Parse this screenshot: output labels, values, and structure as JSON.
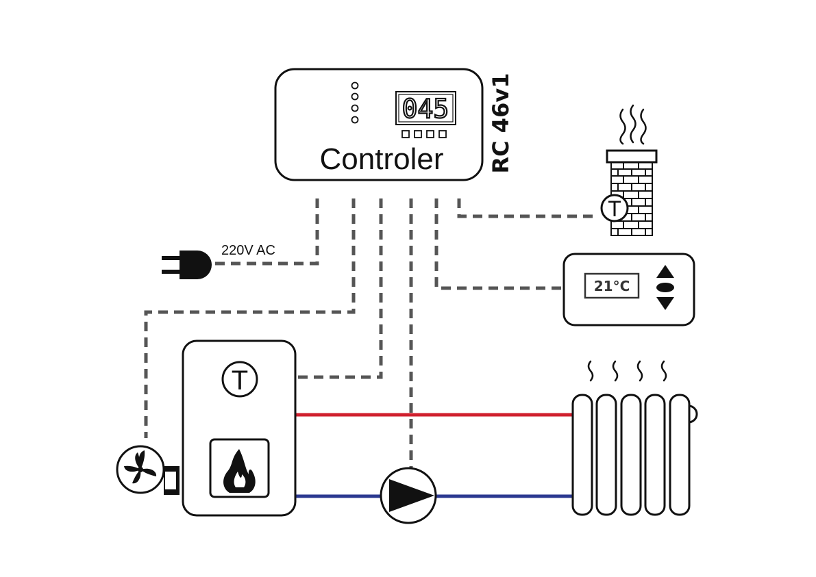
{
  "controller": {
    "label": "Controler",
    "model": "RC 46v1",
    "display_value": "045"
  },
  "power": {
    "label": "220V AC"
  },
  "room_thermostat": {
    "temperature": "21°C"
  },
  "sensor_symbol": "T",
  "colors": {
    "supply_pipe": "#d0202e",
    "return_pipe": "#2b3990",
    "signal_wire": "#555555",
    "outline": "#111111"
  }
}
